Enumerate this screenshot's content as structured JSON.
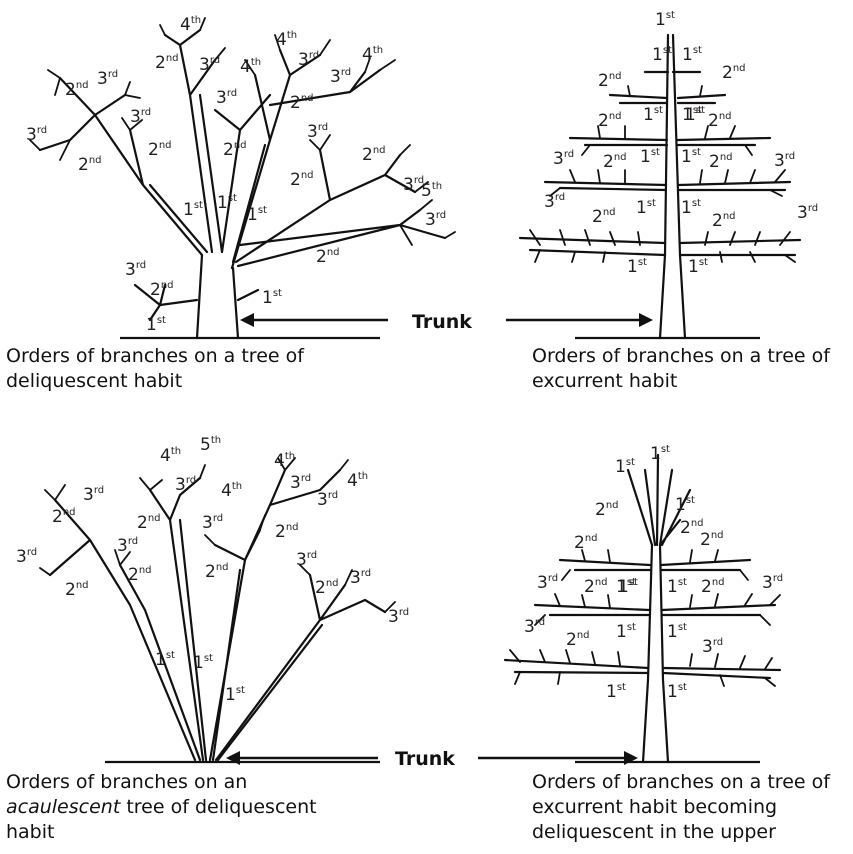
{
  "trunk_label": "Trunk",
  "captions": {
    "top_left": "Orders of branches on a tree of deliquescent habit",
    "top_right": "Orders of branches on a tree of excurrent habit",
    "bottom_left": {
      "before": "Orders of branches on an",
      "italic": "acaulescent",
      "after": "tree of deliquescent habit"
    },
    "bottom_right": "Orders of branches on a tree of excurrent habit becoming deliquescent in the upper"
  },
  "order_labels": {
    "first": {
      "num": "1",
      "suffix": "st"
    },
    "second": {
      "num": "2",
      "suffix": "nd"
    },
    "third": {
      "num": "3",
      "suffix": "rd"
    },
    "fourth": {
      "num": "4",
      "suffix": "th"
    },
    "fifth": {
      "num": "5",
      "suffix": "th"
    }
  },
  "trees": [
    {
      "id": "tree-deliquescent",
      "labels": [
        "1st",
        "1st",
        "1st",
        "1st",
        "1st",
        "2nd",
        "2nd",
        "2nd",
        "2nd",
        "2nd",
        "2nd",
        "2nd",
        "2nd",
        "2nd",
        "2nd",
        "3rd",
        "3rd",
        "3rd",
        "3rd",
        "3rd",
        "3rd",
        "3rd",
        "3rd",
        "3rd",
        "3rd",
        "3rd",
        "4th",
        "4th",
        "4th",
        "4th",
        "5th"
      ]
    },
    {
      "id": "tree-excurrent",
      "labels": [
        "1st",
        "1st",
        "1st",
        "1st",
        "1st",
        "1st",
        "1st",
        "1st",
        "1st",
        "1st",
        "1st",
        "1st",
        "2nd",
        "2nd",
        "2nd",
        "2nd",
        "2nd",
        "2nd",
        "2nd",
        "2nd",
        "3rd",
        "3rd",
        "3rd",
        "3rd"
      ]
    },
    {
      "id": "tree-acaulescent",
      "labels": [
        "1st",
        "1st",
        "1st",
        "2nd",
        "2nd",
        "2nd",
        "2nd",
        "2nd",
        "2nd",
        "2nd",
        "3rd",
        "3rd",
        "3rd",
        "3rd",
        "3rd",
        "3rd",
        "3rd",
        "3rd",
        "3rd",
        "3rd",
        "4th",
        "4th",
        "4th",
        "4th",
        "5th"
      ]
    },
    {
      "id": "tree-excurrent-upper-deliquescent",
      "labels": [
        "1st",
        "1st",
        "1st",
        "1st",
        "1st",
        "1st",
        "1st",
        "1st",
        "1st",
        "1st",
        "2nd",
        "2nd",
        "2nd",
        "2nd",
        "2nd",
        "2nd",
        "2nd",
        "3rd",
        "3rd",
        "3rd",
        "3rd"
      ]
    }
  ]
}
